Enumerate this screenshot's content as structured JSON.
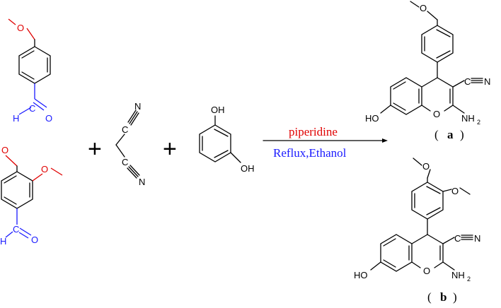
{
  "reactants": {
    "anisaldehyde": {
      "o_top": "O",
      "h": "H",
      "c": "C",
      "o_carbonyl": "O"
    },
    "veratraldehyde": {
      "o1": "O",
      "o2": "O",
      "h": "H",
      "c": "C",
      "o_carbonyl": "O"
    },
    "malononitrile": {
      "c1": "C",
      "n1": "N",
      "c2": "C",
      "n2": "N"
    },
    "resorcinol": {
      "oh_top": "OH",
      "oh_bottom": "OH"
    }
  },
  "plus_signs": [
    "+",
    "+"
  ],
  "conditions": {
    "catalyst": "piperidine",
    "solvent": "Reflux,Ethanol"
  },
  "products": {
    "a": {
      "o_methoxy": "O",
      "c": "C",
      "n": "N",
      "ho": "HO",
      "o_ring": "O",
      "nh2": "NH",
      "nh2_sub": "2",
      "label_open": "(",
      "label": "a",
      "label_close": ")"
    },
    "b": {
      "o1": "O",
      "o2": "O",
      "c": "C",
      "n": "N",
      "ho": "HO",
      "o_ring": "O",
      "nh2": "NH",
      "nh2_sub": "2",
      "label_open": "(",
      "label": "b",
      "label_close": ")"
    }
  },
  "colors": {
    "aldehyde_methoxy": "#e00000",
    "aldehyde_cho": "#1a1aff",
    "catalyst": "#e00000",
    "solvent": "#1a1aff"
  }
}
